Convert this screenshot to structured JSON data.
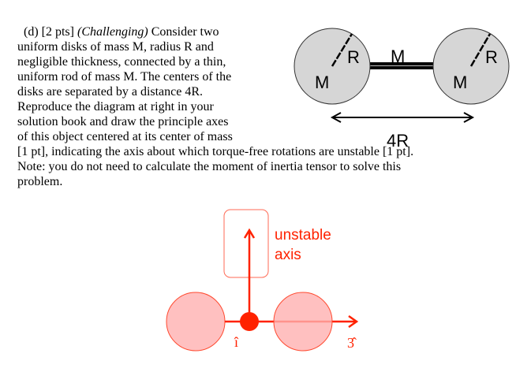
{
  "problem": {
    "lines": [
      "(d) [2 pts] ",
      "uniform disks of mass M, radius R and",
      "negligible thickness, connected by a thin,",
      "uniform rod of mass M. The centers of the",
      "disks are separated by a distance 4R.",
      "Reproduce the diagram at right in your",
      "solution book and draw the principle axes",
      "of this object centered at its center of mass",
      "[1 pt], indicating the axis about which torque-free rotations are unstable [1 pt].",
      "Note: you do not need to calculate the moment of inertia tensor to solve this",
      "problem."
    ],
    "challenging": "(Challenging)",
    "line1_rest": " Consider two"
  },
  "figure": {
    "radius_label": "R",
    "mass_label": "M",
    "rod_label": "M",
    "distance_label": "4R"
  },
  "answer": {
    "unstable_line1": "unstable",
    "unstable_line2": "axis",
    "axis1_label": "î",
    "axis3_label": "3̂",
    "color": "#ff2200"
  }
}
